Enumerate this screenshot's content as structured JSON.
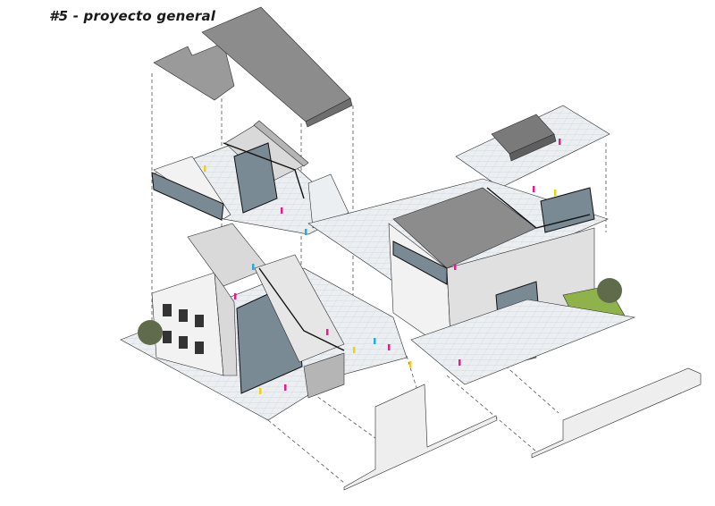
{
  "title": "#5 - proyecto general",
  "colors": {
    "background": "#ffffff",
    "roof": "#8c8c8c",
    "wall_light": "#f2f2f2",
    "wall_mid": "#d9d9d9",
    "wall_dark": "#b5b5b5",
    "floor_tile": "#e8ecef",
    "glass": "#7a8a94",
    "frame": "#111111",
    "tree": "#5f6b4a",
    "grass": "#8fb34a",
    "timber": "#b5835a",
    "person_magenta": "#e0208c",
    "person_cyan": "#2aa8e0",
    "person_yellow": "#e6d41a"
  },
  "drawing": {
    "kind": "exploded axonometric",
    "blocks": [
      "left-roof",
      "left-upper-floor",
      "left-ground-floor",
      "right-roof-deck",
      "right-main-building",
      "front-wall-left",
      "front-wall-right"
    ]
  }
}
